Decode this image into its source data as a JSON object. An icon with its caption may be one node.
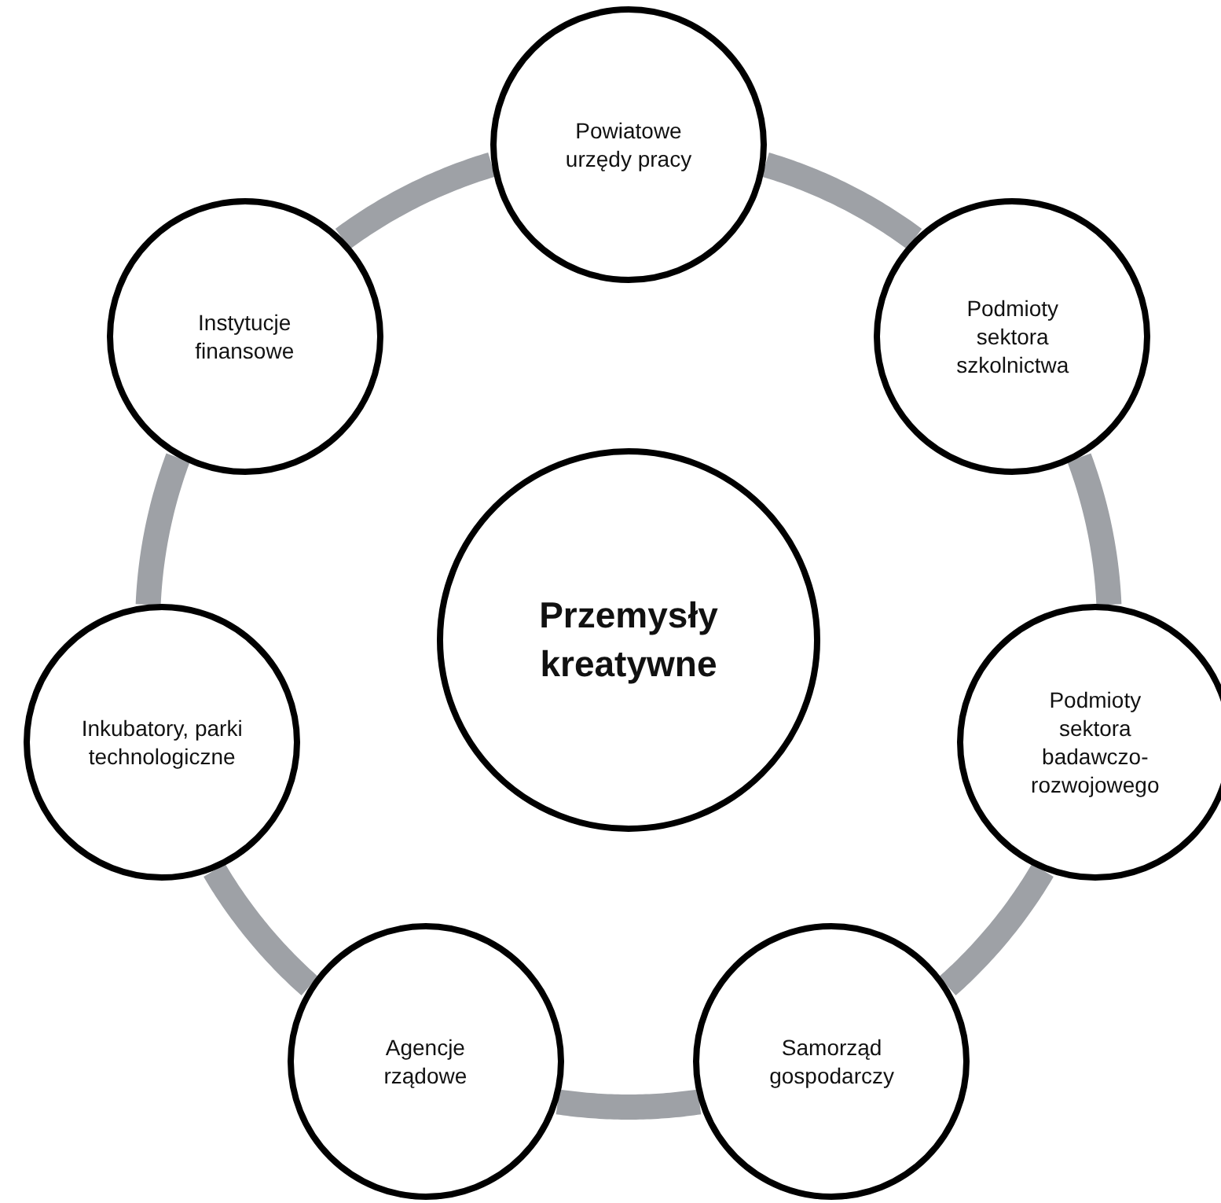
{
  "diagram": {
    "nodes": [
      {
        "text": [
          "Powiatowe urzędy pracy"
        ]
      },
      {
        "text": [
          "Instytucje finansowe"
        ]
      },
      {
        "text": [
          "Podmioty sektora szkolnictwa"
        ]
      },
      {
        "text": [
          "Przemysły kreatywne"
        ]
      },
      {
        "text": [
          "Inkubatory, parki technologiczne"
        ]
      },
      {
        "text": [
          "Podmioty sektora badawczo-rozwojowego"
        ]
      },
      {
        "text": [
          "Agencje rządowe"
        ]
      },
      {
        "text": [
          "Samorząd gospodarczy"
        ]
      }
    ],
    "edges": [
      {
        "from": 0,
        "to": 2,
        "arrow": "none"
      },
      {
        "from": 2,
        "to": 5,
        "arrow": "none"
      },
      {
        "from": 5,
        "to": 7,
        "arrow": "none"
      },
      {
        "from": 7,
        "to": 6,
        "arrow": "none"
      },
      {
        "from": 6,
        "to": 4,
        "arrow": "none"
      },
      {
        "from": 4,
        "to": 1,
        "arrow": "none"
      },
      {
        "from": 1,
        "to": 0,
        "arrow": "none"
      }
    ]
  }
}
